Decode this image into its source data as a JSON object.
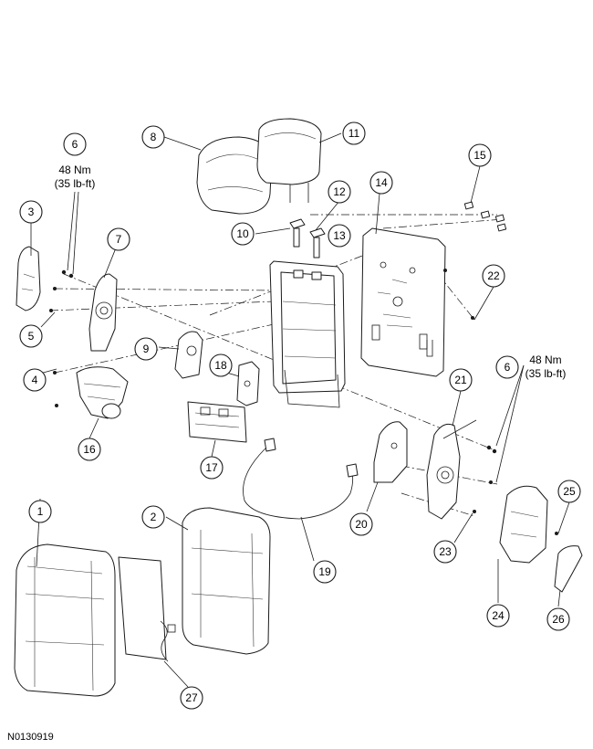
{
  "reference_id": "N0130919",
  "torque": {
    "left": {
      "callout": "6",
      "nm": "48 Nm",
      "lbft": "(35 lb-ft)"
    },
    "right": {
      "callout": "6",
      "nm": "48 Nm",
      "lbft": "(35 lb-ft)"
    }
  },
  "callouts": [
    "1",
    "2",
    "3",
    "4",
    "5",
    "7",
    "8",
    "9",
    "10",
    "11",
    "12",
    "13",
    "14",
    "15",
    "16",
    "17",
    "18",
    "19",
    "20",
    "21",
    "22",
    "23",
    "24",
    "25",
    "26",
    "27"
  ]
}
